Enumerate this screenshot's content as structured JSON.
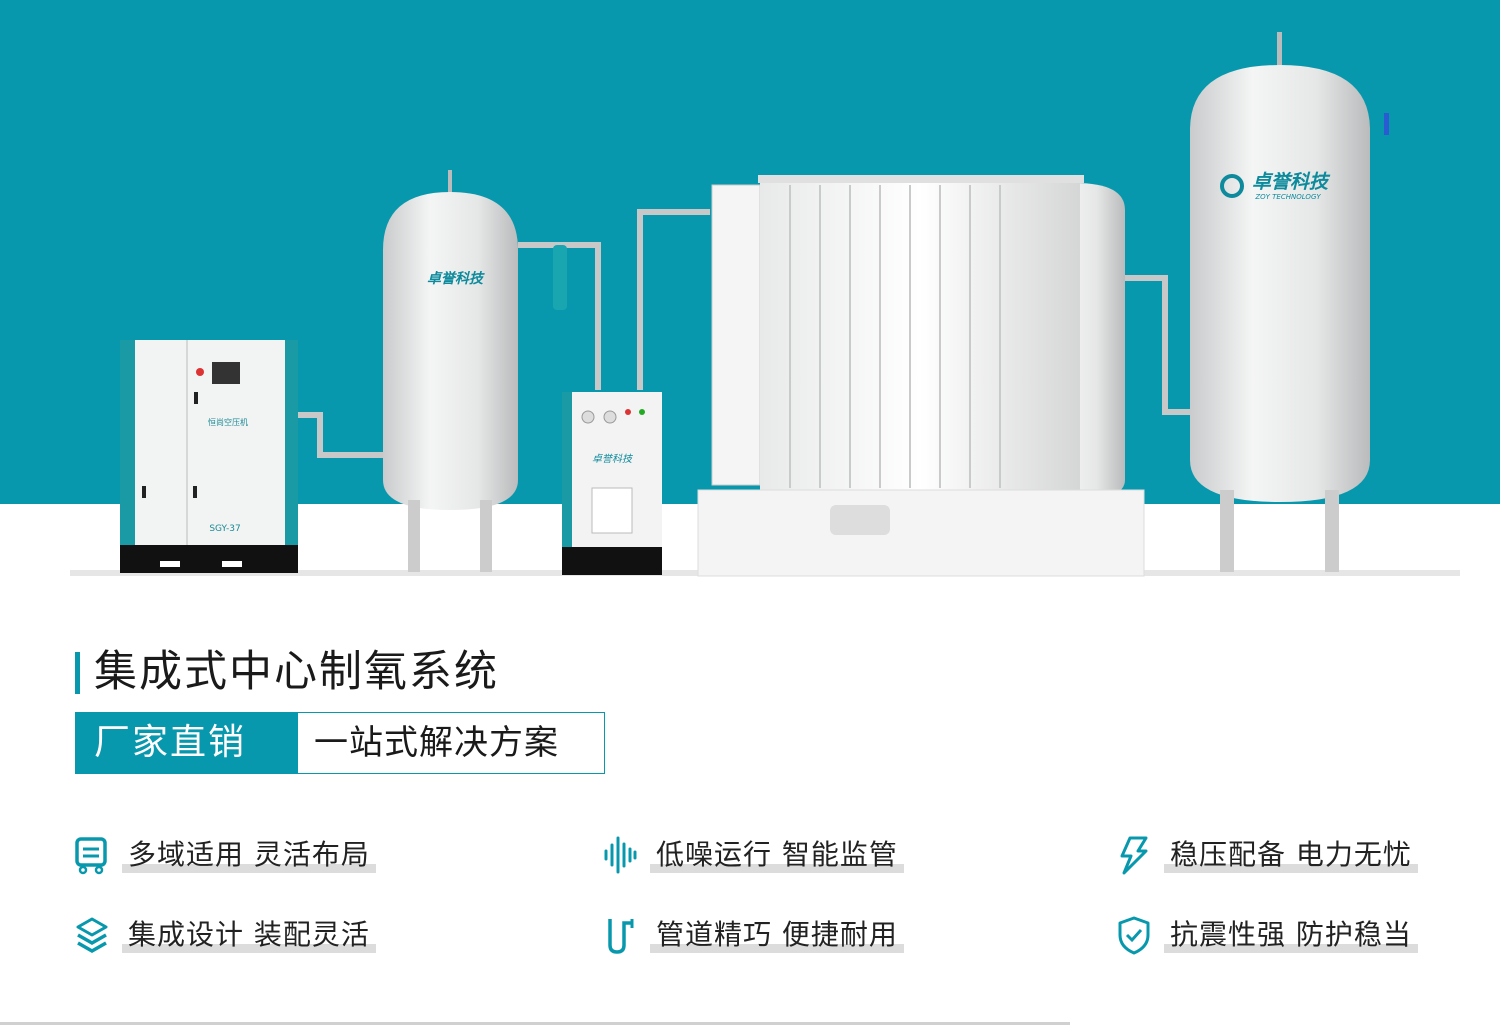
{
  "hero": {
    "background_color": "#0898ad",
    "compressor": {
      "brand": "恒尚空压机",
      "model": "SGY-37"
    },
    "logo": {
      "name_cn": "卓誉科技",
      "name_en": "ZOY TECHNOLOGY"
    }
  },
  "title": "集成式中心制氧系统",
  "tag": {
    "left": "厂家直销",
    "right": "一站式解决方案"
  },
  "features": [
    {
      "icon": "layout-icon",
      "label": "多域适用  灵活布局"
    },
    {
      "icon": "sound-wave-icon",
      "label": "低噪运行  智能监管"
    },
    {
      "icon": "lightning-icon",
      "label": "稳压配备  电力无忧"
    },
    {
      "icon": "layers-icon",
      "label": "集成设计  装配灵活"
    },
    {
      "icon": "pipe-icon",
      "label": "管道精巧  便捷耐用"
    },
    {
      "icon": "shield-check-icon",
      "label": "抗震性强  防护稳当"
    }
  ],
  "accent_color": "#0898ad"
}
